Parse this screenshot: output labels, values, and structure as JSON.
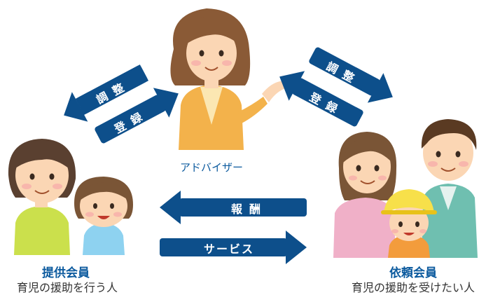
{
  "advisor": {
    "label": "アドバイザー",
    "icon": "advisor-woman-pointing-icon"
  },
  "provider": {
    "title": "提供会員",
    "description": "育児の援助を行う人",
    "icon": "provider-woman-and-child-icon"
  },
  "requester": {
    "title": "依頼会員",
    "description": "育児の援助を受けたい人",
    "icon": "family-parents-and-child-icon"
  },
  "arrows": {
    "left_adjust": "調整",
    "left_register": "登録",
    "right_adjust": "調整",
    "right_register": "登録",
    "reward": "報酬",
    "service": "サービス"
  },
  "colors": {
    "arrow": "#0d4f8b",
    "title_text": "#0b5a9e",
    "advisor_jacket": "#f3b24b",
    "provider_shirt": "#cbe04c",
    "child_shirt": "#8ed2f0",
    "mother_shirt": "#f0b0c8",
    "father_shirt": "#6fbfb0",
    "school_hat": "#f7e04a"
  }
}
